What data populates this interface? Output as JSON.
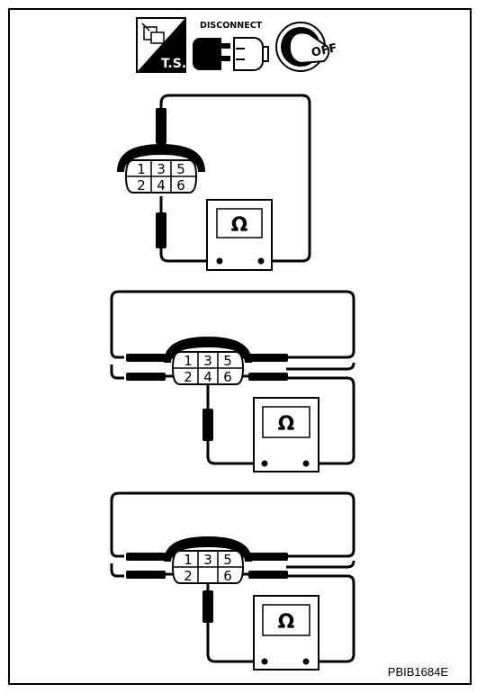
{
  "icons": [
    {
      "name": "ts-icon",
      "text": "T.S."
    },
    {
      "name": "disconnect-icon",
      "text": "DISCONNECT"
    },
    {
      "name": "ignition-off-icon",
      "text": "OFF"
    }
  ],
  "ohmmeter_symbol": "Ω",
  "connector_pins": [
    "1",
    "2",
    "3",
    "4",
    "5",
    "6"
  ],
  "diagram_code": "PBIB1684E"
}
